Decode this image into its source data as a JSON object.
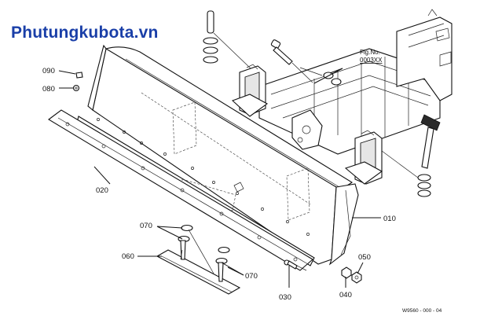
{
  "watermark": {
    "text": "Phutungkubota.vn",
    "color": "#1a3fa8"
  },
  "figure_ref": {
    "line1": "Fig.No.",
    "line2": "0003XX"
  },
  "drawing_code": "W9560 - 000 - 04",
  "callouts": [
    {
      "id": "090",
      "label": "090"
    },
    {
      "id": "080",
      "label": "080"
    },
    {
      "id": "020",
      "label": "020"
    },
    {
      "id": "070a",
      "label": "070"
    },
    {
      "id": "060",
      "label": "060"
    },
    {
      "id": "070b",
      "label": "070"
    },
    {
      "id": "030",
      "label": "030"
    },
    {
      "id": "040",
      "label": "040"
    },
    {
      "id": "050",
      "label": "050"
    },
    {
      "id": "010",
      "label": "010"
    }
  ]
}
